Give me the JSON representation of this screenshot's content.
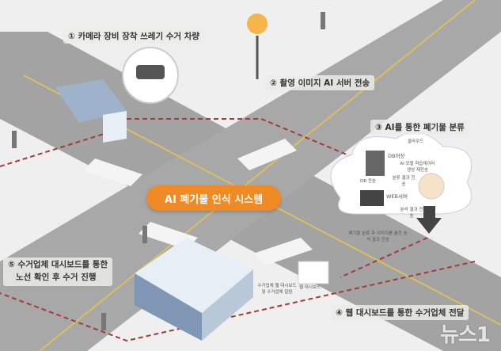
{
  "title": "AI 폐기물 인식 시스템",
  "steps": [
    {
      "label": "① 카메라 장비 장착 쓰레기 수거 차량"
    },
    {
      "label": "② 촬영 이미지 AI 서버 전송"
    },
    {
      "label": "③ AI를 통한 폐기물 분류"
    },
    {
      "label": "④ 웹 대시보드를 통한 수거업체 전달"
    },
    {
      "label_line1": "⑤ 수거업체 대시보드를 통한",
      "label_line2": "노선 확인 후 수거 진행"
    }
  ],
  "cloud": {
    "title": "클라우드",
    "db": "DB저장",
    "web": "WEB서버",
    "db_send": "DB 전송",
    "retrain": "AI 모델 학습데이터 생성 재전송",
    "result_send": "분류 결과 전송",
    "analysis": "분석 결과 전송"
  },
  "notes": {
    "classify_send": "폐기물 분류 후 이미지를 통한 분석 결과 전송",
    "dashboard": "웹 대시보드",
    "route": "수거업체 웹 대시보드 및 수거업체 알림"
  },
  "watermark": "뉴스1",
  "colors": {
    "accent": "#f08a24",
    "road": "#9e9e9e",
    "arrow": "#a33a3a"
  }
}
